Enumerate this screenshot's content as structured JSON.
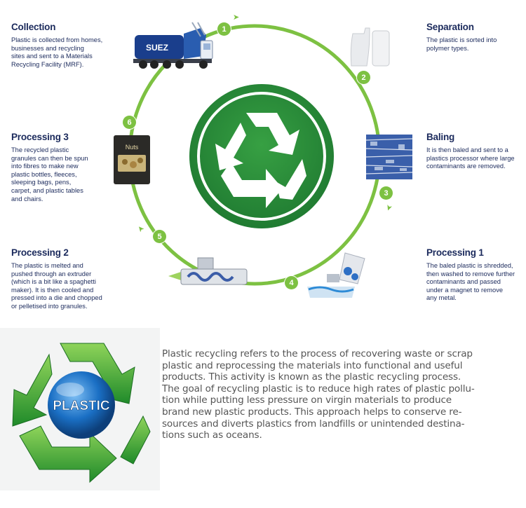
{
  "colors": {
    "ring": "#7dc142",
    "center_circle": "#2f8f3e",
    "heading_text": "#1b2a5c",
    "body_text": "#555555",
    "logo_green": "#2e9e2e",
    "logo_blue": "#1a6fc4"
  },
  "steps": [
    {
      "number": "1",
      "title": "Collection",
      "text": [
        "Plastic is collected from homes,",
        "businesses and recycling",
        "sites and sent to a Materials",
        "Recycling Facility (MRF)."
      ],
      "icon": "garbage-truck-icon",
      "truck_brand": "SUEZ"
    },
    {
      "number": "2",
      "title": "Separation",
      "text": [
        "The plastic is sorted into",
        "polymer types."
      ],
      "icon": "plastic-containers-icon"
    },
    {
      "number": "3",
      "title": "Baling",
      "text": [
        "It is then baled and sent to a",
        "plastics processor where large",
        "contaminants are removed."
      ],
      "icon": "plastic-bale-icon"
    },
    {
      "number": "4",
      "title": "Processing 1",
      "text": [
        "The baled plastic is shredded,",
        "then washed to remove further",
        "contaminants and passed",
        "under a magnet to remove",
        "any metal."
      ],
      "icon": "shredder-washer-icon"
    },
    {
      "number": "5",
      "title": "Processing 2",
      "text": [
        "The plastic is melted and",
        "pushed through an extruder",
        "(which is a bit like a spaghetti",
        "maker). It is then cooled and",
        "pressed into a die and chopped",
        "or pelletised into granules."
      ],
      "icon": "extruder-icon"
    },
    {
      "number": "6",
      "title": "Processing 3",
      "text": [
        "The recycled plastic",
        "granules can then be spun",
        "into fibres to make new",
        "plastic bottles, fleeces,",
        "sleeping bags, pens,",
        "carpet, and plastic tables",
        "and chairs."
      ],
      "icon": "recycled-pouch-icon",
      "pouch_label": "Nuts"
    }
  ],
  "center_icon": "recycle-symbol-icon",
  "logo": {
    "label": "PLASTIC",
    "icon": "plastic-recycle-logo-icon"
  },
  "description_lines": [
    "Plastic recycling refers to the process of recovering waste or scrap",
    "plastic and reprocessing the materials into functional and useful",
    "products. This activity is known as the plastic recycling process.",
    "The goal of recycling plastic is to reduce high rates of plastic pollu-",
    "tion while putting less pressure on virgin materials to produce",
    "brand new plastic products. This approach helps to conserve re-",
    "sources and diverts plastics from landfills or unintended destina-",
    "tions such as oceans."
  ]
}
